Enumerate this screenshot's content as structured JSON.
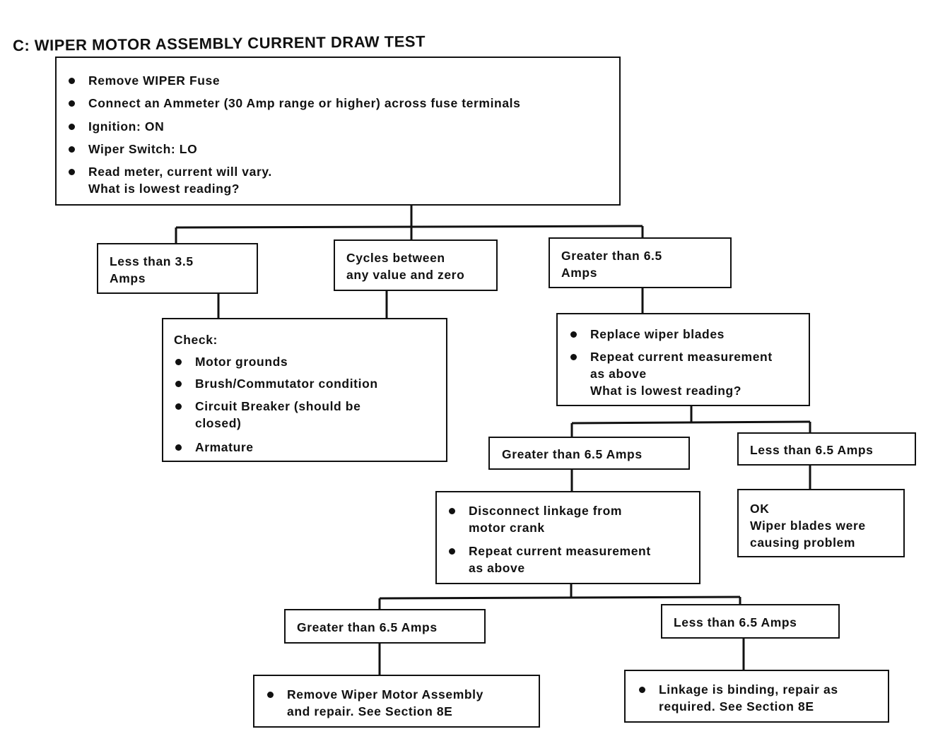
{
  "title": "C: WIPER MOTOR ASSEMBLY CURRENT DRAW TEST",
  "start_box": {
    "items": [
      "Remove WIPER Fuse",
      "Connect an Ammeter (30 Amp range or higher) across fuse terminals",
      "Ignition: ON",
      "Wiper Switch: LO",
      "Read meter, current will vary.\nWhat is lowest reading?"
    ]
  },
  "branch_low": {
    "line1": "Less than 3.5",
    "line2": "Amps"
  },
  "branch_cycle": {
    "line1": "Cycles between",
    "line2": "any value and zero"
  },
  "branch_high": {
    "line1": "Greater than 6.5",
    "line2": "Amps"
  },
  "check_box": {
    "heading": "Check:",
    "items": [
      "Motor grounds",
      "Brush/Commutator condition",
      "Circuit Breaker (should be\nclosed)",
      "Armature"
    ]
  },
  "blades_box": {
    "items": [
      "Replace wiper blades",
      "Repeat current measurement\nas above\nWhat is lowest reading?"
    ]
  },
  "blades_greater": {
    "label": "Greater than 6.5 Amps"
  },
  "blades_less": {
    "label": "Less than 6.5 Amps"
  },
  "linkage_box": {
    "items": [
      "Disconnect linkage from\nmotor crank",
      "Repeat current measurement\nas above"
    ]
  },
  "ok_box": {
    "line1": "OK",
    "line2": "Wiper blades were",
    "line3": "causing problem"
  },
  "linkage_greater": {
    "label": "Greater than 6.5 Amps"
  },
  "linkage_less": {
    "label": "Less than 6.5 Amps"
  },
  "motor_box": {
    "items": [
      "Remove Wiper Motor Assembly\nand repair. See Section 8E"
    ]
  },
  "binding_box": {
    "items": [
      "Linkage is binding, repair as\nrequired. See Section 8E"
    ]
  }
}
